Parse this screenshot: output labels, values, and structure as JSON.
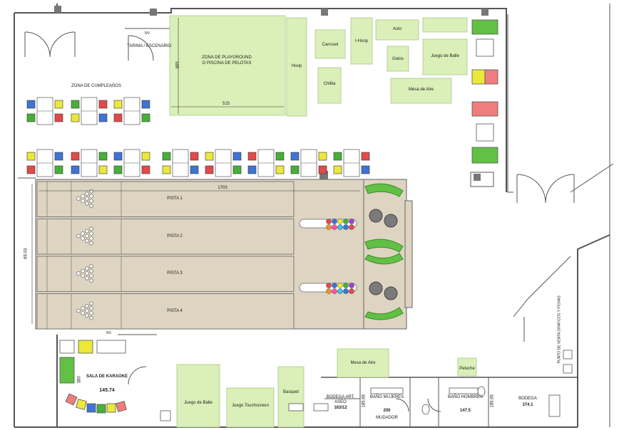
{
  "colors": {
    "zone_fill": "#dbefb8",
    "lane_fill": "#ddd4c1",
    "wall": "#555555",
    "chair_blue": "#3f74d6",
    "chair_green": "#48b038",
    "chair_yellow": "#ece83a",
    "chair_red": "#e24a4a",
    "sofa_green": "#62c045",
    "sofa_red": "#ef7d7d",
    "ball_gray": "#7a7a7a"
  },
  "areas": {
    "tarima": "TARIMA / ESCENARIO",
    "playground_line1": "ZONA DE PLAYGROUND",
    "playground_line2": "O PISCINA DE PELOTAS",
    "cumpleanos": "ZONA DE CUMPLEAÑOS",
    "hoop_a": "Hoop",
    "hoop_b": "I-Hoop",
    "carrusel": "Carrusel",
    "chilita": "Chilita",
    "auto": "Auto",
    "gatos": "Gatos",
    "juego_balle_top": "Juego de Balle",
    "mesa_aire_top": "Mesa de Aire",
    "karaoke": "SALA DE KARAOKE",
    "karaoke_area": "145.74",
    "juego_balle_bottom": "Juego de Balle",
    "touchscreen": "Juego Touchscreen",
    "basquet": "Basquet",
    "mesa_aire_bottom": "Mesa de Aire",
    "peluche": "Peluche",
    "bodega_aseo_line1": "BODEGA ART.",
    "bodega_aseo_line2": "ASEO",
    "bodega_aseo_area": "183/12",
    "bano_mujeres": "BAÑO MUJERES",
    "bano_mujeres_area": "200",
    "mudador": "MUDADOR",
    "bano_hombres": "BAÑO HOMBRES",
    "bano_hombres_area": "147.5",
    "bodega": "BODEGA",
    "bodega_area": "374.1",
    "punto_venta": "PUNTO DE VENTA GRAFICOS Y FICHAS"
  },
  "lanes": [
    "PISTA 1",
    "PISTA 2",
    "PISTA 3",
    "PISTA 4"
  ],
  "dimensions": {
    "playground_width": "515",
    "playground_height": "465",
    "lanes_length": "1703",
    "lanes_width": "69.03",
    "karaoke_wall": "380",
    "bath_a": "185.65",
    "bath_b": "185.65",
    "small_a": "NV.",
    "small_b": "NV."
  }
}
